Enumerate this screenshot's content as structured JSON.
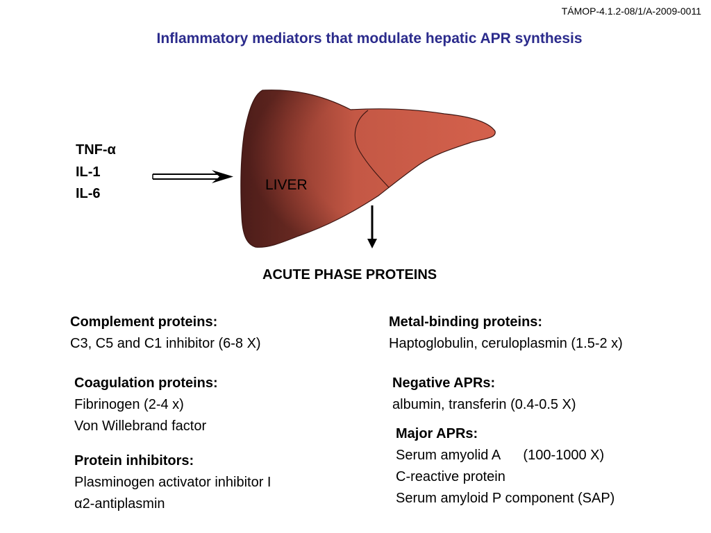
{
  "header": {
    "reference_code": "TÁMOP-4.1.2-08/1/A-2009-0011",
    "title": "Inflammatory mediators that modulate hepatic APR synthesis"
  },
  "mediators": [
    "TNF-α",
    "IL-1",
    "IL-6"
  ],
  "organ_label": "LIVER",
  "outcome_label": "ACUTE PHASE PROTEINS",
  "groups": {
    "complement": {
      "heading": "Complement proteins:",
      "lines": [
        "C3, C5 and C1 inhibitor (6-8 X)"
      ]
    },
    "coagulation": {
      "heading": "Coagulation proteins:",
      "lines": [
        "Fibrinogen (2-4 x)",
        "Von Willebrand factor"
      ]
    },
    "protein_inhibitors": {
      "heading": "Protein inhibitors:",
      "lines": [
        "Plasminogen activator inhibitor I",
        "α2-antiplasmin"
      ]
    },
    "metal_binding": {
      "heading": "Metal-binding proteins:",
      "lines": [
        "Haptoglobulin, ceruloplasmin (1.5-2 x)"
      ]
    },
    "negative": {
      "heading": "Negative APRs:",
      "lines": [
        "albumin, transferin (0.4-0.5 X)"
      ]
    },
    "major": {
      "heading": "Major APRs:",
      "lines": [
        "Serum amyolid A      (100-1000 X)",
        "C-reactive protein",
        "Serum amyloid P component (SAP)"
      ]
    }
  },
  "colors": {
    "title": "#2b2b8c",
    "liver_light": "#d4614c",
    "liver_dark": "#5c2320"
  }
}
